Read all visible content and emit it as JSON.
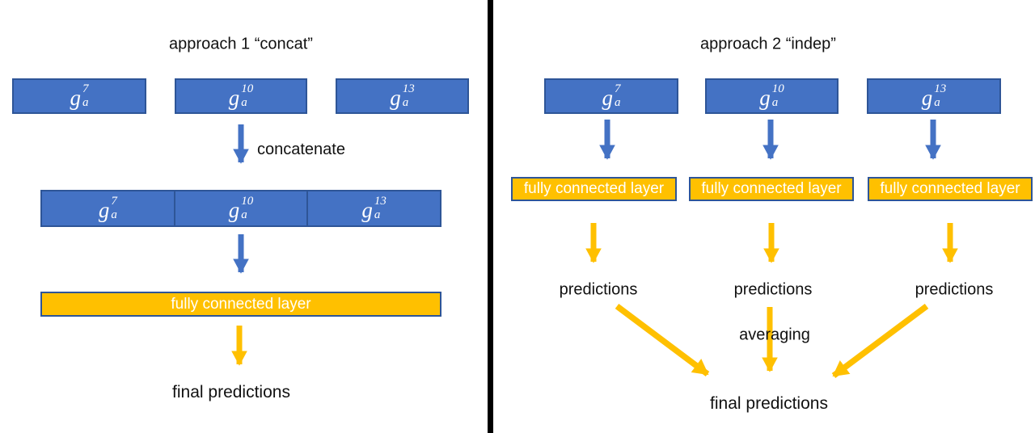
{
  "colors": {
    "box_blue_fill": "#4472C4",
    "box_border_dark_blue": "#2E5597",
    "box_orange_fill": "#FFC000",
    "arrow_blue": "#4472C4",
    "arrow_orange": "#FFC000",
    "divider_black": "#000000",
    "text_black": "#111111",
    "box_text_white": "#ffffff"
  },
  "left": {
    "title": "approach 1 “concat”",
    "inputs": [
      {
        "base": "g",
        "sub": "a",
        "sup": "7"
      },
      {
        "base": "g",
        "sub": "a",
        "sup": "10"
      },
      {
        "base": "g",
        "sub": "a",
        "sup": "13"
      }
    ],
    "concatenate_label": "concatenate",
    "concat_cells": [
      {
        "base": "g",
        "sub": "a",
        "sup": "7"
      },
      {
        "base": "g",
        "sub": "a",
        "sup": "10"
      },
      {
        "base": "g",
        "sub": "a",
        "sup": "13"
      }
    ],
    "fc_label": "fully connected layer",
    "final_label": "final predictions"
  },
  "right": {
    "title": "approach 2 “indep”",
    "inputs": [
      {
        "base": "g",
        "sub": "a",
        "sup": "7"
      },
      {
        "base": "g",
        "sub": "a",
        "sup": "10"
      },
      {
        "base": "g",
        "sub": "a",
        "sup": "13"
      }
    ],
    "fc_labels": [
      "fully connected layer",
      "fully connected layer",
      "fully connected layer"
    ],
    "predictions": [
      "predictions",
      "predictions",
      "predictions"
    ],
    "averaging_label": "averaging",
    "final_label": "final predictions"
  }
}
